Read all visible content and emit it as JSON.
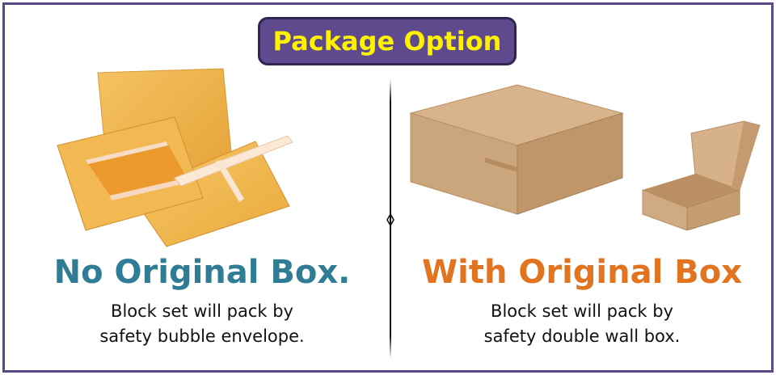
{
  "title": "Package Option",
  "left_option": {
    "heading": "No Original Box.",
    "line1": "Block set will pack by",
    "line2": "safety bubble envelope.",
    "illustration_icon": "bubble-envelope-icon"
  },
  "right_option": {
    "heading": "With Original Box",
    "line1": "Block set will pack by",
    "line2": "safety double wall box.",
    "illustration_icon": "cardboard-box-icon"
  },
  "colors": {
    "border": "#5b4a86",
    "title_bg": "#5e4a8c",
    "title_text": "#fff200",
    "left_heading": "#2f7d94",
    "right_heading": "#e2731f"
  }
}
